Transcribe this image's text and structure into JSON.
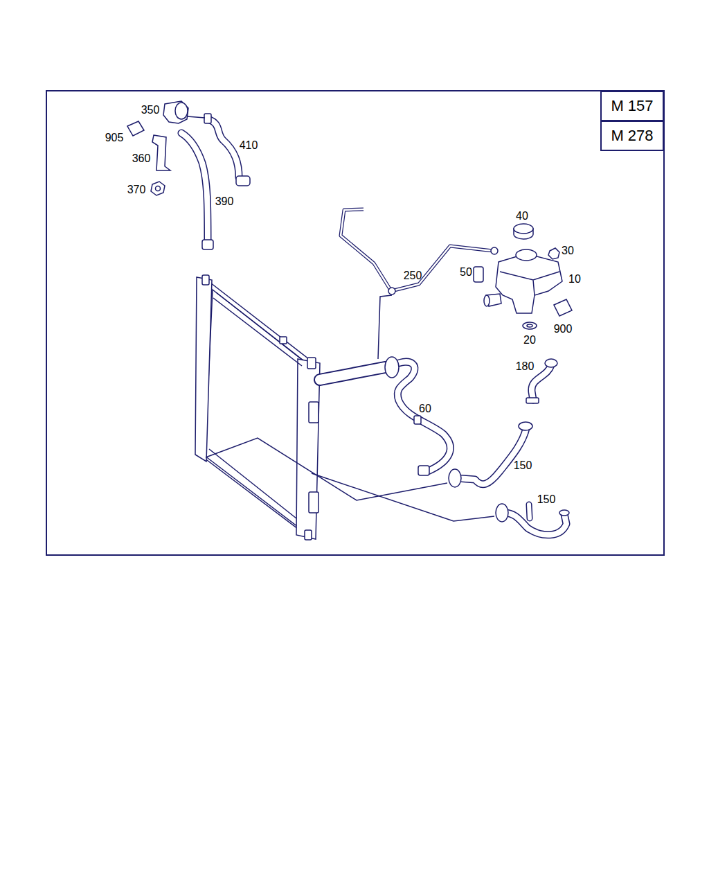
{
  "diagram": {
    "nodes": [
      {
        "text": [
          "M 157"
        ]
      },
      {
        "text": [
          "M 278"
        ]
      }
    ],
    "labels": [
      "350",
      "905",
      "360",
      "370",
      "410",
      "390",
      "40",
      "30",
      "50",
      "250",
      "10",
      "900",
      "20",
      "180",
      "60",
      "150",
      "150"
    ]
  }
}
